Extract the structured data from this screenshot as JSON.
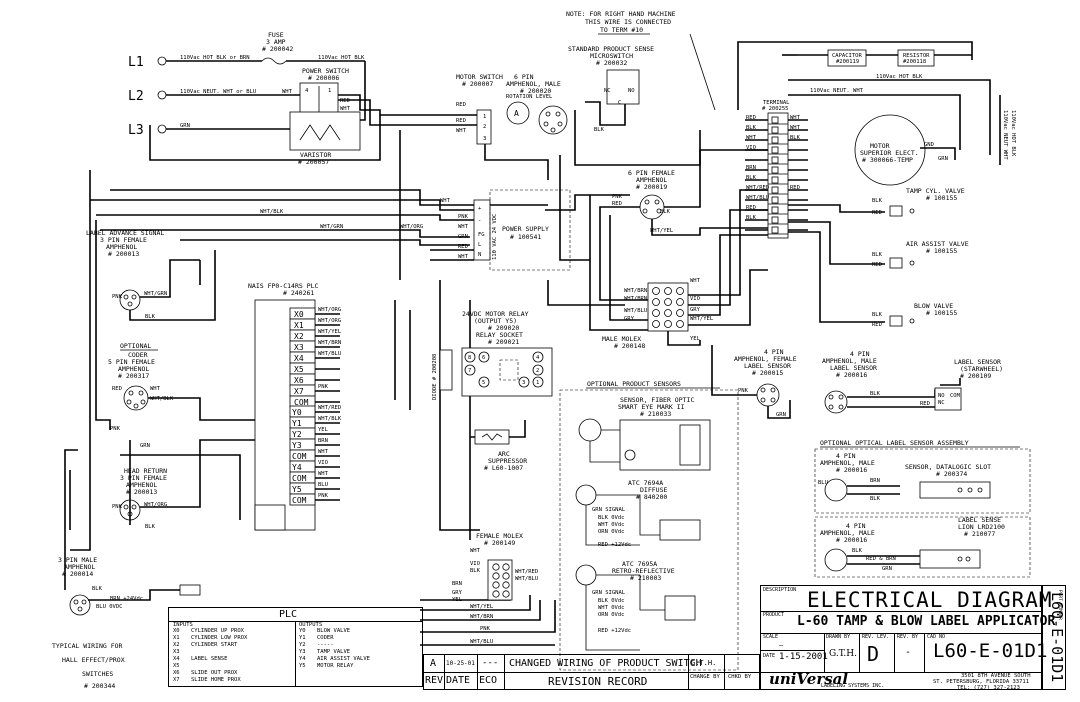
{
  "note": {
    "l1": "NOTE: FOR RIGHT HAND MACHINE",
    "l2": "THIS WIRE IS CONNECTED",
    "l3": "TO TERM #10"
  },
  "lines": {
    "l1": "L1",
    "l2": "L2",
    "l3": "L3"
  },
  "fuse": {
    "l1": "FUSE",
    "l2": "3 AMP",
    "l3": "# 200042"
  },
  "power_switch": {
    "l1": "POWER SWITCH",
    "l2": "# 200006"
  },
  "varistor": {
    "l1": "VARISTOR",
    "l2": "# 200057"
  },
  "motor_switch": {
    "l1": "MOTOR SWITCH",
    "l2": "# 200007"
  },
  "product_sense": {
    "l1": "STANDARD PRODUCT SENSE",
    "l2": "MICROSWITCH",
    "l3": "# 200032"
  },
  "amph6_male": {
    "l1": "6 PIN",
    "l2": "AMPHENOL, MALE",
    "l3": "# 200020"
  },
  "rot_label": "ROTATION LEVEL",
  "terminal": {
    "l1": "TERMINAL",
    "l2": "# 200255"
  },
  "capacitor": {
    "l1": "CAPACITOR",
    "l2": "#200119"
  },
  "resistor": {
    "l1": "RESISTOR",
    "l2": "#200118"
  },
  "motor": {
    "l1": "MOTOR",
    "l2": "SUPERIOR ELECT.",
    "l3": "# 300066-TEMP"
  },
  "tamp_valve": {
    "l1": "TAMP CYL. VALVE",
    "l2": "# 100155"
  },
  "air_valve": {
    "l1": "AIR ASSIST VALVE",
    "l2": "# 100155"
  },
  "blow_valve": {
    "l1": "BLOW VALVE",
    "l2": "# 100155"
  },
  "amph6_female": {
    "l1": "6 PIN FEMALE",
    "l2": "AMPHENOL",
    "l3": "# 200019"
  },
  "power_supply": {
    "l1": "POWER SUPPLY",
    "l2": "# 100541",
    "side": "110 VAC  24 VDC"
  },
  "label_adv": {
    "l1": "LABEL ADVANCE SIGNAL",
    "l2": "3 PIN FEMALE",
    "l3": "AMPHENOL",
    "l4": "# 200013"
  },
  "plc": {
    "title": "NAIS FP0-C14RS PLC",
    "part": "# 240261"
  },
  "plc_inputs": [
    "X0",
    "X1",
    "X2",
    "X3",
    "X4",
    "X5",
    "X6",
    "X7",
    "COM"
  ],
  "plc_outputs": [
    "Y0",
    "Y1",
    "Y2",
    "Y3",
    "COM",
    "Y4",
    "COM",
    "Y5",
    "COM"
  ],
  "coder": {
    "l0": "OPTIONAL",
    "l1": "CODER",
    "l2": "5 PIN FEMALE",
    "l3": "AMPHENOL",
    "l4": "# 200317"
  },
  "head_return": {
    "l1": "HEAD RETURN",
    "l2": "3 PIN FEMALE",
    "l3": "AMPHENOL",
    "l4": "# 200013"
  },
  "amph3_male": {
    "l1": "3 PIN MALE",
    "l2": "AMPHENOL",
    "l3": "# 200014"
  },
  "typical": {
    "l1": "TYPICAL WIRING FOR",
    "l2": "HALL EFFECT/PROX",
    "l3": "SWITCHES",
    "l4": "# 200344"
  },
  "relay": {
    "l1": "24VDC MOTOR RELAY",
    "l2": "(OUTPUT Y5)",
    "l3": "# 209020",
    "l4": "RELAY SOCKET",
    "l5": "# 209021"
  },
  "diode": "DIODE # 200208",
  "arc": {
    "l1": "ARC",
    "l2": "SUPPRESSOR",
    "l3": "# L60-1007"
  },
  "male_molex": {
    "l1": "MALE MOLEX",
    "l2": "# 200148"
  },
  "female_molex": {
    "l1": "FEMALE MOLEX",
    "l2": "# 200149"
  },
  "opt_sensors": "OPTIONAL PRODUCT SENSORS",
  "fiber": {
    "l1": "SENSOR, FIBER OPTIC",
    "l2": "SMART EYE MARK II",
    "l3": "# 210033"
  },
  "atc7694": {
    "l1": "ATC 7694A",
    "l2": "DIFFUSE",
    "l3": "# 840200"
  },
  "atc7695": {
    "l1": "ATC 7695A",
    "l2": "RETRO-REFLECTIVE",
    "l3": "# 210003"
  },
  "amph4_female": {
    "l1": "4 PIN",
    "l2": "AMPHENOL, FEMALE",
    "l3": "LABEL SENSOR",
    "l4": "# 200015"
  },
  "amph4_male": {
    "l1": "4 PIN",
    "l2": "AMPHENOL, MALE",
    "l3": "LABEL SENSOR",
    "l4": "# 200016"
  },
  "label_sensor_sw": {
    "l1": "LABEL SENSOR",
    "l2": "(STARWHEEL)",
    "l3": "# 200109"
  },
  "opt_optical": "OPTIONAL OPTICAL LABEL SENSOR ASSEMBLY",
  "optical_a": {
    "l1": "4 PIN",
    "l2": "AMPHENOL, MALE",
    "l3": "# 200016",
    "l4": "SENSOR, DATALOGIC SLOT",
    "l5": "# 200374"
  },
  "optical_b": {
    "l1": "4 PIN",
    "l2": "AMPHENOL, MALE",
    "l3": "# 200016",
    "l4": "LABEL SENSE",
    "l5": "LION LRD2100",
    "l6": "# 210077"
  },
  "plc_table": {
    "title": "PLC",
    "inputs_h": "INPUTS",
    "outputs_h": "OUTPUTS",
    "rows": [
      [
        "X0",
        "CYLINDER UP PROX",
        "Y0",
        "BLOW VALVE"
      ],
      [
        "X1",
        "CYLINDER LOW PROX",
        "Y1",
        "CODER"
      ],
      [
        "X2",
        "CYLINDER START",
        "Y2",
        "-----"
      ],
      [
        "X3",
        "",
        "Y3",
        "TAMP VALVE"
      ],
      [
        "X4",
        "LABEL SENSE",
        "Y4",
        "AIR ASSIST VALVE"
      ],
      [
        "X5",
        "",
        "Y5",
        "MOTOR RELAY"
      ],
      [
        "X6",
        "SLIDE OUT PROX",
        "",
        " "
      ],
      [
        "X7",
        "SLIDE HOME PROX",
        "",
        ""
      ]
    ]
  },
  "revision": {
    "rev": "A",
    "date": "10-25-01",
    "eco": "---",
    "desc": "CHANGED WIRING OF PRODUCT SWITCH",
    "by": "G.T.H.",
    "h_rev": "REV",
    "h_date": "DATE",
    "h_eco": "ECO",
    "h_desc": "REVISION RECORD",
    "h_change": "CHANGE BY",
    "h_chkd": "CHKD BY"
  },
  "title_block": {
    "desc_label": "DESCRIPTION",
    "desc": "ELECTRICAL DIAGRAM",
    "product_label": "PRODUCT",
    "product": "L-60 TAMP & BLOW LABEL APPLICATOR",
    "scale_label": "SCALE",
    "scale": "—",
    "drawn_label": "DRAWN BY",
    "drawn": "G.T.H.",
    "rev_lev_label": "REV. LEV.",
    "rev_lev": "D",
    "rev_by_label": "REV. BY",
    "rev_by": "-",
    "cad_label": "CAD NO",
    "cad": "L60-E-01D1",
    "date_label": "DATE",
    "date": "1-15-2001",
    "company": "uniVersal",
    "company_sub": "LABELING SYSTEMS INC.",
    "addr1": "3501 8TH AVENUE SOUTH",
    "addr2": "ST. PETERSBURG, FLORIDA 33711",
    "addr3": "TEL: (727) 327-2123",
    "part_number_label": "PART NUMBER",
    "part_number": "L60-E-01D1"
  },
  "wires": {
    "hot": "110Vac HOT BLK or BRN",
    "hot2": "110Vac HOT BLK",
    "neut": "110Vac NEUT. WHT or BLU",
    "neut2": "110Vac NEUT. WHT",
    "grn": "GRN",
    "wht": "WHT",
    "blk": "BLK",
    "red": "RED",
    "pnk": "PNK",
    "brn": "BRN",
    "yel": "YEL",
    "gry": "GRY",
    "blu": "BLU",
    "vio": "VIO",
    "whtblk": "WHT/BLK",
    "whtgrn": "WHT/GRN",
    "whtorg": "WHT/ORG",
    "whtyel": "WHT/YEL",
    "whtbrn": "WHT/BRN",
    "whtblu": "WHT/BLU",
    "whtred": "WHT/RED"
  }
}
